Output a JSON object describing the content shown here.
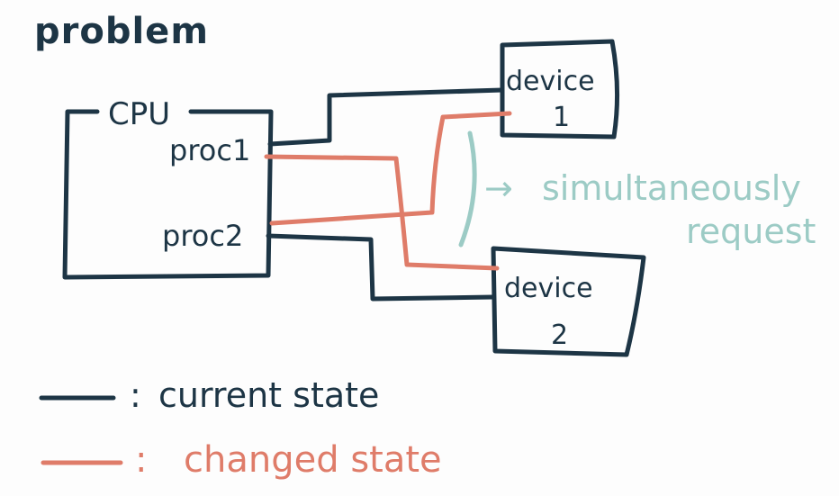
{
  "title": "problem",
  "cpu": {
    "label": "CPU",
    "procs": [
      "proc1",
      "proc2"
    ]
  },
  "devices": [
    {
      "label": "device",
      "number": "1"
    },
    {
      "label": "device",
      "number": "2"
    }
  ],
  "annotation": {
    "arrow": "→",
    "lines": [
      "simultaneously",
      "request"
    ]
  },
  "legend": [
    {
      "swatch": "—",
      "sep": ":",
      "text": "current state"
    },
    {
      "swatch": "—",
      "sep": ":",
      "text": "changed state"
    }
  ],
  "colors": {
    "ink": "#1d3545",
    "changed": "#df7c69",
    "annotation": "#9ccbc5",
    "background": "#fdfdfd"
  }
}
